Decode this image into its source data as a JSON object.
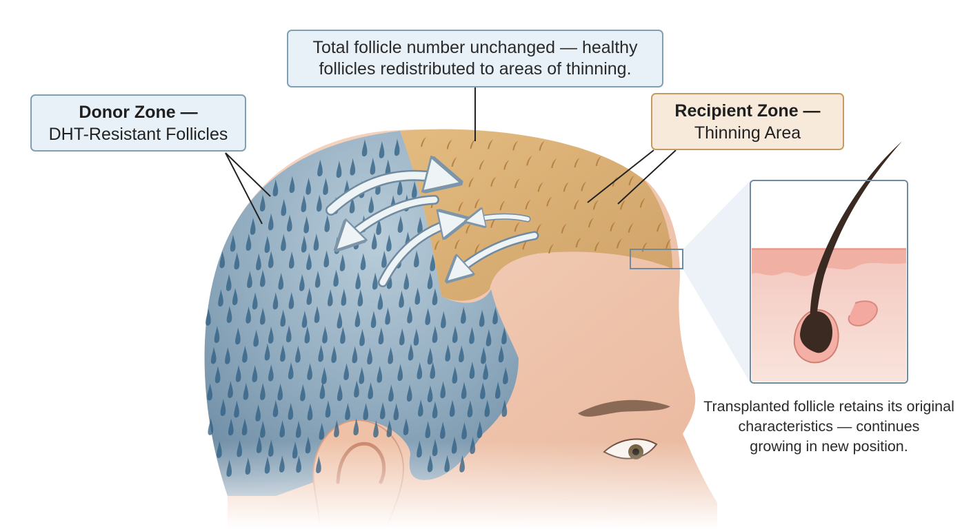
{
  "callouts": {
    "donor_zone": {
      "title": "Donor Zone —",
      "subtitle": "DHT-Resistant Follicles"
    },
    "summary": {
      "line1": "Total follicle number unchanged — healthy",
      "line2": "follicles redistributed to areas of thinning."
    },
    "recipient_zone": {
      "title": "Recipient Zone —",
      "subtitle": "Thinning Area"
    }
  },
  "inset_caption": {
    "line1": "Transplanted follicle retains its original",
    "line2": "characteristics — continues",
    "line3": "growing in new position."
  },
  "colors": {
    "donor_region": "#7f9db3",
    "recipient_region": "#d8ae72",
    "skin": "#f0c9b2",
    "callout_blue_border": "#7f9fb3",
    "callout_tan_border": "#c59a62",
    "hair_shaft": "#3b2a22"
  },
  "icons": {
    "transfer_arrows": "curved-arrow-icon",
    "eye": "eye-icon",
    "ear": "ear-icon",
    "magnify_box": "magnify-selection-icon"
  }
}
